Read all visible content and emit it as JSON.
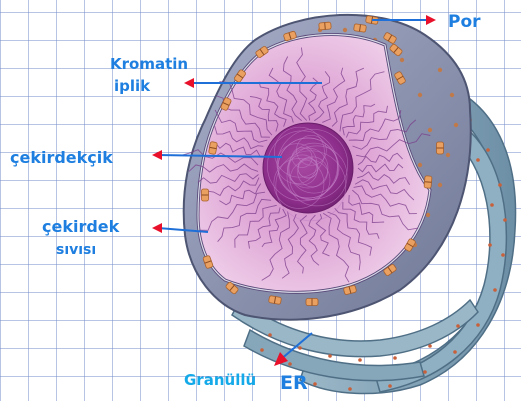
{
  "labels": {
    "por": "Por",
    "kromatin_line1": "Kromatin",
    "kromatin_line2": "iplik",
    "cekirdekcik": "çekirdekçik",
    "cekirdek_sivisi_line1": "çekirdek",
    "cekirdek_sivisi_line2": "sıvısı",
    "granullu": "Granüllü",
    "er": "ER"
  },
  "colors": {
    "grid": "#6f88c8",
    "label_blue": "#1e7fe0",
    "label_cyan": "#14a9e8",
    "arrow_red": "#e8102a",
    "pointer_blue": "#1f6fd8",
    "envelope": "#8a91b0",
    "nucleoplasm": "#e6b4dc",
    "nucleolus": "#8e2e8c",
    "er": "#7fa3b8",
    "pore": "#e9a060"
  },
  "icons": [
    "arrow-right-icon",
    "arrow-left-icon"
  ]
}
